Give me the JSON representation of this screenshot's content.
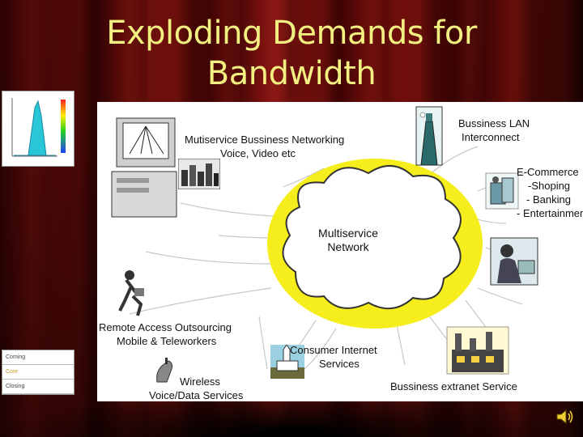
{
  "slide": {
    "title_line1": "Exploding Demands for",
    "title_line2": "Bandwidth"
  },
  "diagram": {
    "center": {
      "line1": "Multiservice",
      "line2": "Network"
    },
    "nodes": {
      "mutiservice": {
        "line1": "Mutiservice Bussiness Networking",
        "line2": "Voice, Video etc"
      },
      "lan": {
        "line1": "Bussiness LAN",
        "line2": "Interconnect"
      },
      "ecommerce": {
        "line1": "E-Commerce",
        "line2": "-Shoping",
        "line3": "- Banking",
        "line4": "- Entertainment"
      },
      "remote": {
        "line1": "Remote Access Outsourcing",
        "line2": "Mobile & Teleworkers"
      },
      "consumer": {
        "line1": "Consumer Internet",
        "line2": "Services"
      },
      "wireless": {
        "line1": "Wireless",
        "line2": "Voice/Data Services"
      },
      "extranet": {
        "line1": "Bussiness extranet Service"
      }
    }
  },
  "thumbnail_list": {
    "items": [
      "Coming",
      "Core",
      "Closing"
    ]
  },
  "colors": {
    "title": "#f2f080",
    "cloud_halo": "#f5ee1c",
    "curtain": "#6e0c0a"
  },
  "icons": [
    "computer-icon",
    "skyscraper-icon",
    "shopping-icon",
    "office-worker-icon",
    "runner-icon",
    "church-icon",
    "cellphone-icon",
    "factory-icon",
    "speaker-icon"
  ]
}
